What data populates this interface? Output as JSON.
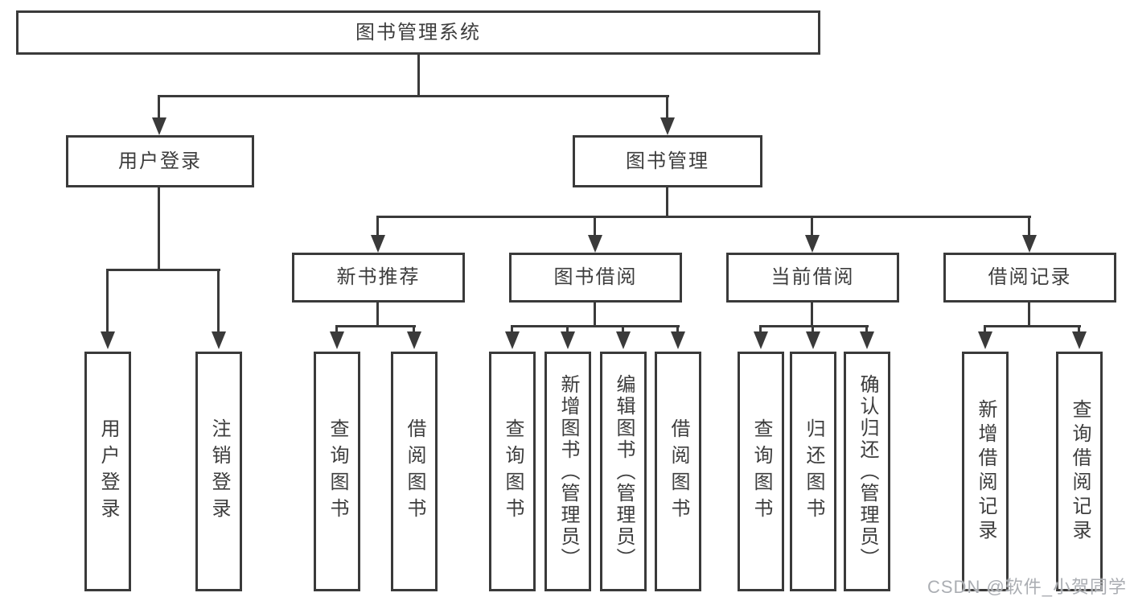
{
  "diagram": {
    "type": "hierarchy-tree",
    "watermark": "CSDN @软件_小贺同学",
    "nodes": {
      "root": "图书管理系统",
      "user_login": "用户登录",
      "book_management": "图书管理",
      "new_book_recommend": "新书推荐",
      "book_borrowing": "图书借阅",
      "current_borrowing": "当前借阅",
      "borrowing_records": "借阅记录",
      "ul_user_login": "用户登录",
      "ul_logout": "注销登录",
      "nbr_query_books": "查询图书",
      "nbr_borrow_books": "借阅图书",
      "bb_query_books": "查询图书",
      "bb_add_books_admin": "新增图书（管理员）",
      "bb_edit_books_admin": "编辑图书（管理员）",
      "bb_borrow_books": "借阅图书",
      "cb_query_books": "查询图书",
      "cb_return_books": "归还图书",
      "cb_confirm_return_admin": "确认归还（管理员）",
      "br_add_record": "新增借阅记录",
      "br_query_record": "查询借阅记录"
    },
    "hierarchy": {
      "图书管理系统": {
        "用户登录": [
          "用户登录",
          "注销登录"
        ],
        "图书管理": {
          "新书推荐": [
            "查询图书",
            "借阅图书"
          ],
          "图书借阅": [
            "查询图书",
            "新增图书（管理员）",
            "编辑图书（管理员）",
            "借阅图书"
          ],
          "当前借阅": [
            "查询图书",
            "归还图书",
            "确认归还（管理员）"
          ],
          "借阅记录": [
            "新增借阅记录",
            "查询借阅记录"
          ]
        }
      }
    },
    "colors": {
      "line": "#3a3a3a",
      "text": "#3d3d3d",
      "background": "#ffffff",
      "watermark": "#abaeb3"
    }
  }
}
